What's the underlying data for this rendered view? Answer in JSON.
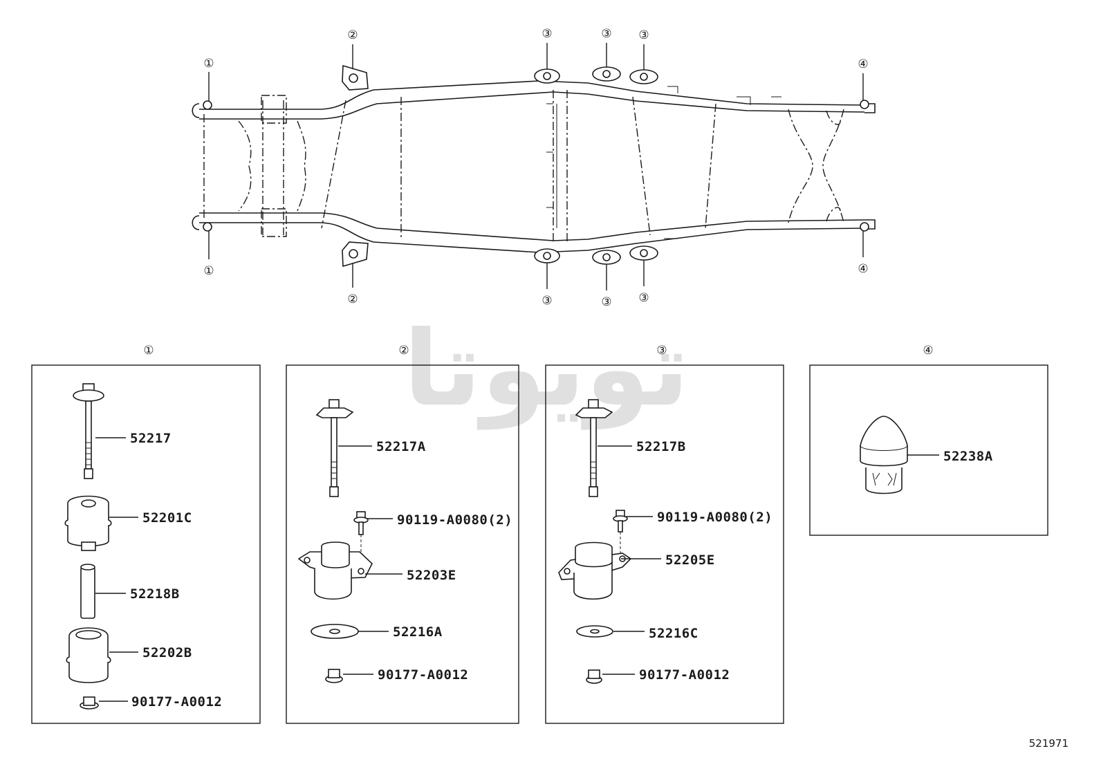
{
  "figure_id": "521971",
  "watermark_text": "تویوتا",
  "callout_glyphs": {
    "1": "①",
    "2": "②",
    "3": "③",
    "4": "④"
  },
  "groups": [
    {
      "id": "1",
      "title": "①",
      "parts": [
        "52217",
        "52201C",
        "52218B",
        "52202B",
        "90177-A0012"
      ]
    },
    {
      "id": "2",
      "title": "②",
      "parts": [
        "52217A",
        "90119-A0080(2)",
        "52203E",
        "52216A",
        "90177-A0012"
      ]
    },
    {
      "id": "3",
      "title": "③",
      "parts": [
        "52217B",
        "90119-A0080(2)",
        "52205E",
        "52216C",
        "90177-A0012"
      ]
    },
    {
      "id": "4",
      "title": "④",
      "parts": [
        "52238A"
      ]
    }
  ]
}
